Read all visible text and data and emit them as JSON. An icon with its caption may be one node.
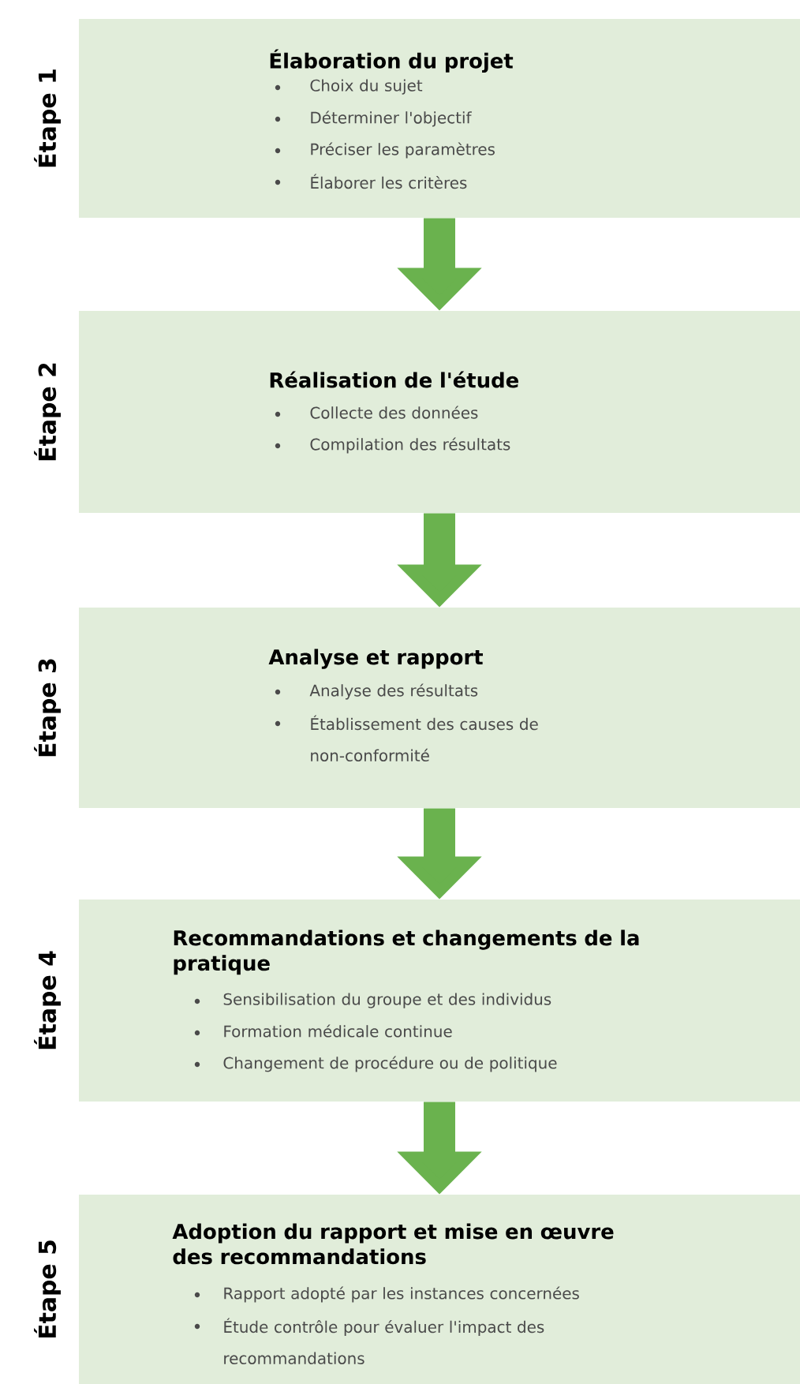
{
  "diagram": {
    "nodes": [
      {
        "text": [
          "Élaboration du projet",
          "Choix du sujet",
          "Déterminer l'objectif",
          "Préciser les paramètres",
          "Élaborer les critères"
        ],
        "beside": [
          "Étape 1"
        ]
      },
      {
        "text": [
          "Réalisation de l'étude",
          "Collecte des données",
          "Compilation des résultats"
        ],
        "beside": [
          "Étape 2"
        ]
      },
      {
        "text": [
          "Analyse et rapport",
          "Analyse des résultats",
          "Établissement des causes de non-conformité"
        ],
        "beside": [
          "Étape 3"
        ]
      },
      {
        "text": [
          "Recommandations et changements de la pratique",
          "Sensibilisation du groupe et des individus",
          "Formation médicale continue",
          "Changement de procédure ou de politique"
        ],
        "beside": [
          "Étape 4"
        ]
      },
      {
        "text": [
          "Adoption du rapport et mise en œuvre des recommandations",
          "Rapport adopté par les instances concernées",
          "Étude contrôle pour évaluer l'impact des recommandations"
        ],
        "beside": [
          "Étape 5"
        ]
      }
    ],
    "edges": [
      {
        "from": 0,
        "to": 1,
        "arrow": "to"
      },
      {
        "from": 1,
        "to": 2,
        "arrow": "to"
      },
      {
        "from": 2,
        "to": 3,
        "arrow": "to"
      },
      {
        "from": 3,
        "to": 4,
        "arrow": "to"
      }
    ]
  }
}
